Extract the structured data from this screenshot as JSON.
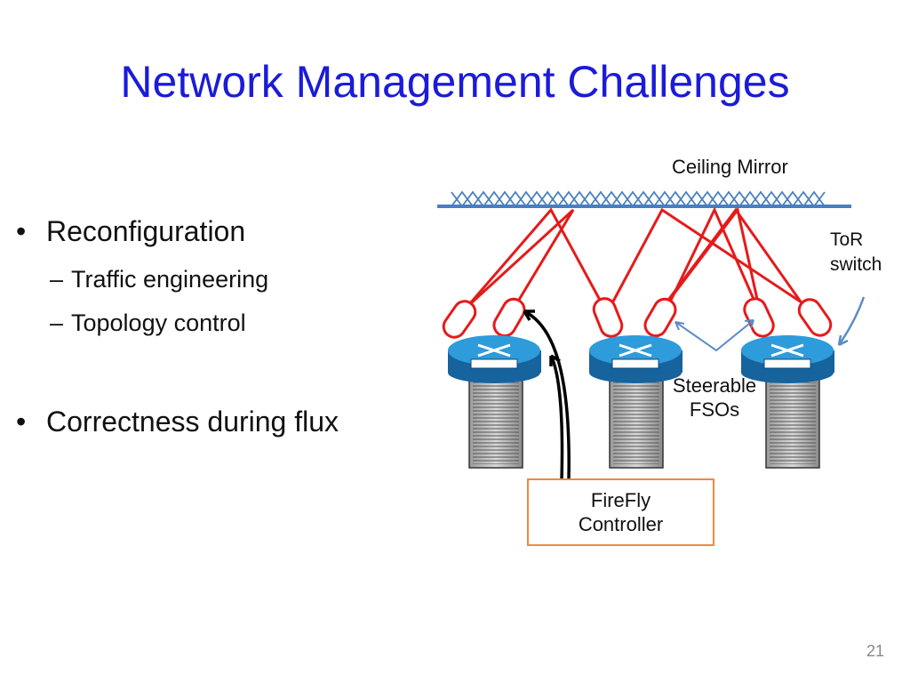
{
  "slide": {
    "title": "Network Management Challenges",
    "page_number": "21"
  },
  "bullets": [
    {
      "marker": "•",
      "text": "Reconfiguration",
      "sub": [
        {
          "marker": "–",
          "text": "Traffic engineering"
        },
        {
          "marker": "–",
          "text": "Topology control"
        }
      ]
    },
    {
      "marker": "•",
      "text": "Correctness during flux",
      "sub": []
    }
  ],
  "diagram": {
    "ceiling_label": "Ceiling Mirror",
    "tor_label": [
      "ToR",
      "switch"
    ],
    "fso_label": [
      "Steerable",
      "FSOs"
    ],
    "controller_label": [
      "FireFly",
      "Controller"
    ],
    "colors": {
      "mirror": "#4a7fbf",
      "beam": "#e61a1a",
      "switch": "#1e86c8",
      "callout": "#5b8cc8",
      "control": "#000000",
      "controller_border": "#f08a3c"
    }
  }
}
